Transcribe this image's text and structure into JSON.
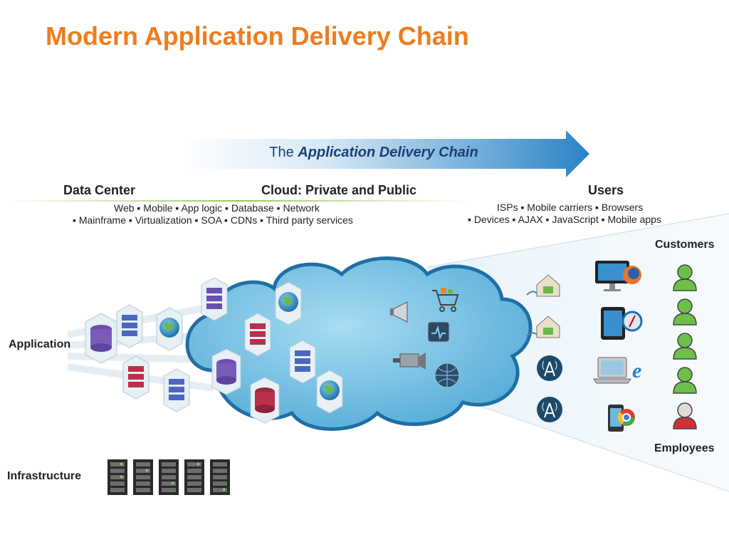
{
  "title": "Modern Application Delivery Chain",
  "arrow": {
    "prefix": "The ",
    "emphasis": "Application Delivery Chain"
  },
  "columns": {
    "data_center": "Data Center",
    "cloud": "Cloud:  Private and Public",
    "users": "Users"
  },
  "chain_items": {
    "line1": "Web  ▪  Mobile  ▪  App logic  ▪  Database   ▪  Network",
    "line2": "▪  Mainframe   ▪  Virtualization  ▪  SOA  ▪  CDNs  ▪  Third party services"
  },
  "user_items": {
    "line1": "ISPs  ▪  Mobile carriers  ▪  Browsers",
    "line2": "▪  Devices  ▪  AJAX  ▪  JavaScript  ▪  Mobile apps"
  },
  "labels": {
    "application": "Application",
    "infrastructure": "Infrastructure",
    "customers": "Customers",
    "employees": "Employees"
  },
  "colors": {
    "title": "#ee7d1e",
    "arrow": "#2f86c8",
    "cloud": "#5bb8e0",
    "server_blue": "#4a66c2",
    "server_red": "#b8304a",
    "server_purple": "#7a5bb8",
    "person_green": "#5cb83c",
    "person_red": "#d0303a"
  },
  "icons": {
    "cloud_services": [
      "megaphone-icon",
      "shopping-cart-icon",
      "monitor-pulse-icon",
      "video-camera-icon",
      "globe-network-icon"
    ],
    "access": [
      "home-router-icon",
      "home-router-icon",
      "cell-tower-icon",
      "cell-tower-icon"
    ],
    "devices": [
      "desktop-firefox-icon",
      "tablet-safari-icon",
      "laptop-ie-icon",
      "phone-chrome-icon"
    ],
    "people": [
      "customer-icon",
      "customer-icon",
      "customer-icon",
      "customer-icon",
      "employee-icon"
    ]
  }
}
